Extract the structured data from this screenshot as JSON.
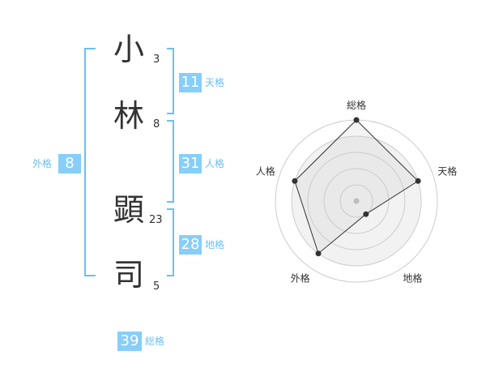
{
  "name": {
    "chars": [
      {
        "char": "小",
        "strokes": "3"
      },
      {
        "char": "林",
        "strokes": "8"
      },
      {
        "char": "顕",
        "strokes": "23"
      },
      {
        "char": "司",
        "strokes": "5"
      }
    ]
  },
  "fortunes": {
    "tenkaku": {
      "label": "天格",
      "value": "11"
    },
    "jinkaku": {
      "label": "人格",
      "value": "31"
    },
    "chikaku": {
      "label": "地格",
      "value": "28"
    },
    "gaikaku": {
      "label": "外格",
      "value": "8"
    },
    "soukaku": {
      "label": "総格",
      "value": "39"
    }
  },
  "colors": {
    "accent": "#87cefa",
    "bracket": "#6cbff2",
    "label_text": "#6cbff2",
    "char_text": "#333333"
  },
  "chart_data": {
    "type": "radar",
    "axes": [
      "総格",
      "天格",
      "地格",
      "外格",
      "人格"
    ],
    "values": [
      5,
      4,
      1,
      4,
      4
    ],
    "range": [
      0,
      5
    ],
    "rings": 4,
    "grid": true
  }
}
